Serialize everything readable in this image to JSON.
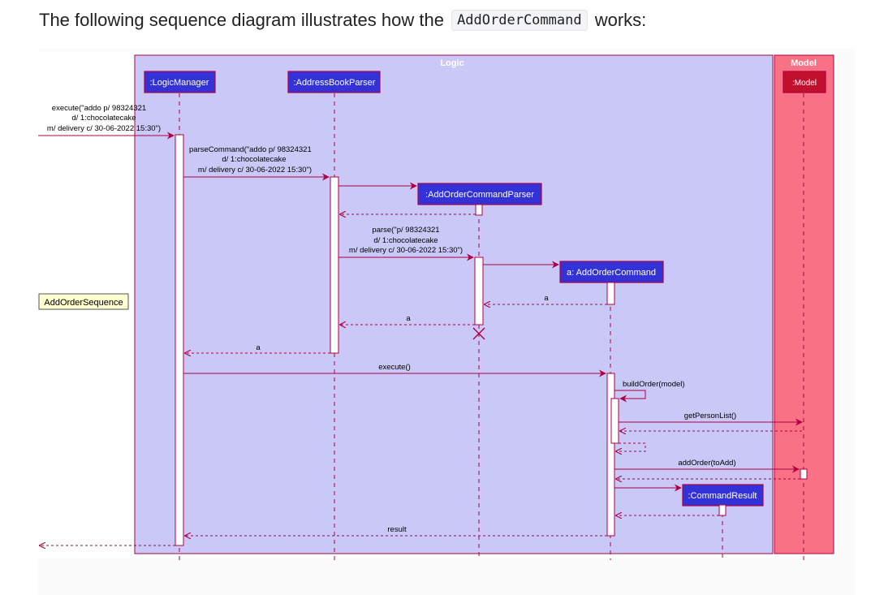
{
  "intro": {
    "before": "The following sequence diagram illustrates how the ",
    "code": "AddOrderCommand",
    "after": " works:"
  },
  "diagram": {
    "colors": {
      "logic_fill": "#c9c8f7",
      "model_fill": "#f87185",
      "participant_fill": "#3232d6",
      "model_participant_fill": "#c0102e",
      "line": "#b00044",
      "note_fill": "#fefece"
    },
    "groups": {
      "logic": "Logic",
      "model": "Model"
    },
    "participants": {
      "logic_manager": ":LogicManager",
      "address_book_parser": ":AddressBookParser",
      "add_order_command_parser": ":AddOrderCommandParser",
      "add_order_command": "a: AddOrderCommand",
      "model": ":Model",
      "command_result": ":CommandResult"
    },
    "note": "AddOrderSequence",
    "messages": {
      "execute_call": [
        "execute(\"addo p/ 98324321",
        "d/ 1:chocolatecake",
        "m/ delivery c/ 30-06-2022 15:30\")"
      ],
      "parse_command": [
        "parseCommand(\"addo p/ 98324321",
        "d/ 1:chocolatecake",
        "m/ delivery c/ 30-06-2022 15:30\")"
      ],
      "parse": [
        "parse(\"p/ 98324321",
        "d/ 1:chocolatecake",
        "m/ delivery c/ 30-06-2022 15:30\")"
      ],
      "return_a_1": "a",
      "return_a_2": "a",
      "return_a_3": "a",
      "execute": "execute()",
      "build_order": "buildOrder(model)",
      "get_person_list": "getPersonList()",
      "add_order": "addOrder(toAdd)",
      "result": "result"
    }
  }
}
